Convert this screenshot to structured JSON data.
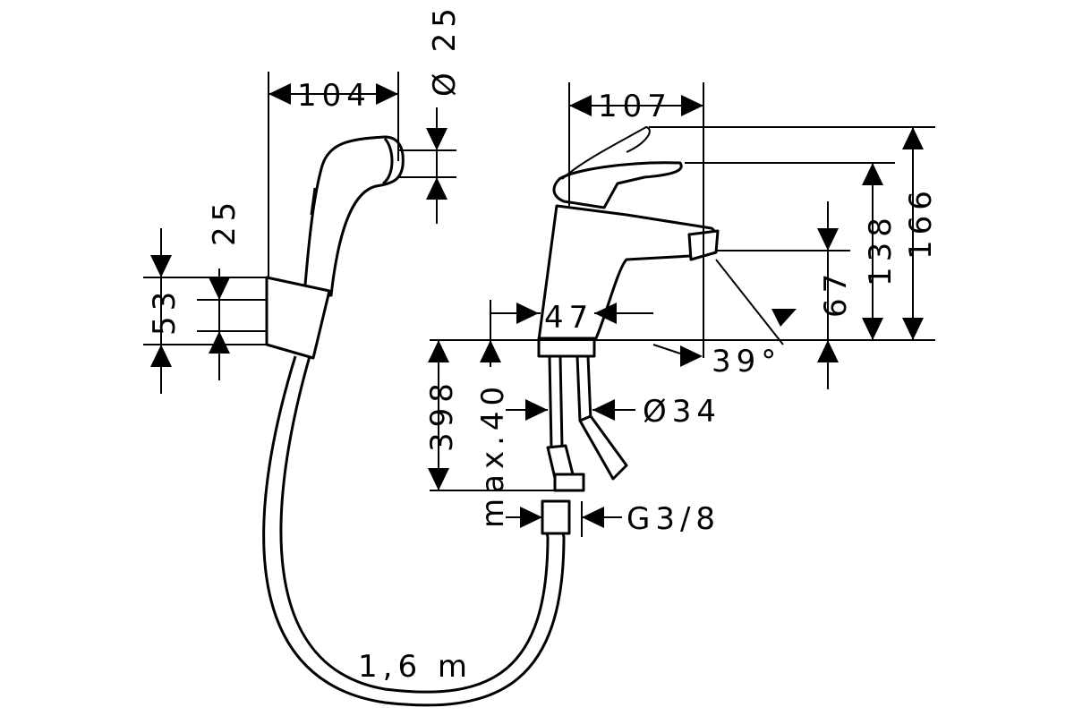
{
  "diagram": {
    "dimensions": {
      "shower_width": "104",
      "shower_head_dia": "Ø 25",
      "holder_offset": "25",
      "holder_height": "53",
      "spout_reach": "107",
      "spout_height": "138",
      "total_height": "166",
      "spout_clearance": "67",
      "base_width": "47",
      "spout_angle": "39°",
      "hose_length_below": "398",
      "max_deck": "max.40",
      "shank_dia": "Ø34",
      "thread": "G3/8",
      "hose_length": "1,6 m"
    }
  }
}
